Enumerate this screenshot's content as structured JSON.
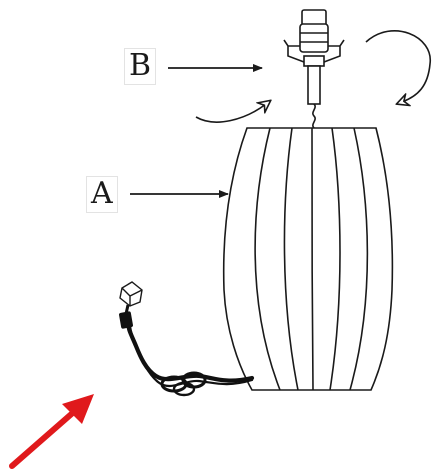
{
  "callouts": {
    "a": {
      "label": "A",
      "part": "lamp-base"
    },
    "b": {
      "label": "B",
      "part": "lamp-harp-and-socket"
    }
  },
  "colors": {
    "line": "#1a1a1a",
    "cord": "#111111",
    "pointer_arrow": "#e0191c",
    "background": "#ffffff"
  },
  "icons": {
    "rotation": "curved-arrow-icon",
    "pointer": "red-arrow-icon"
  }
}
